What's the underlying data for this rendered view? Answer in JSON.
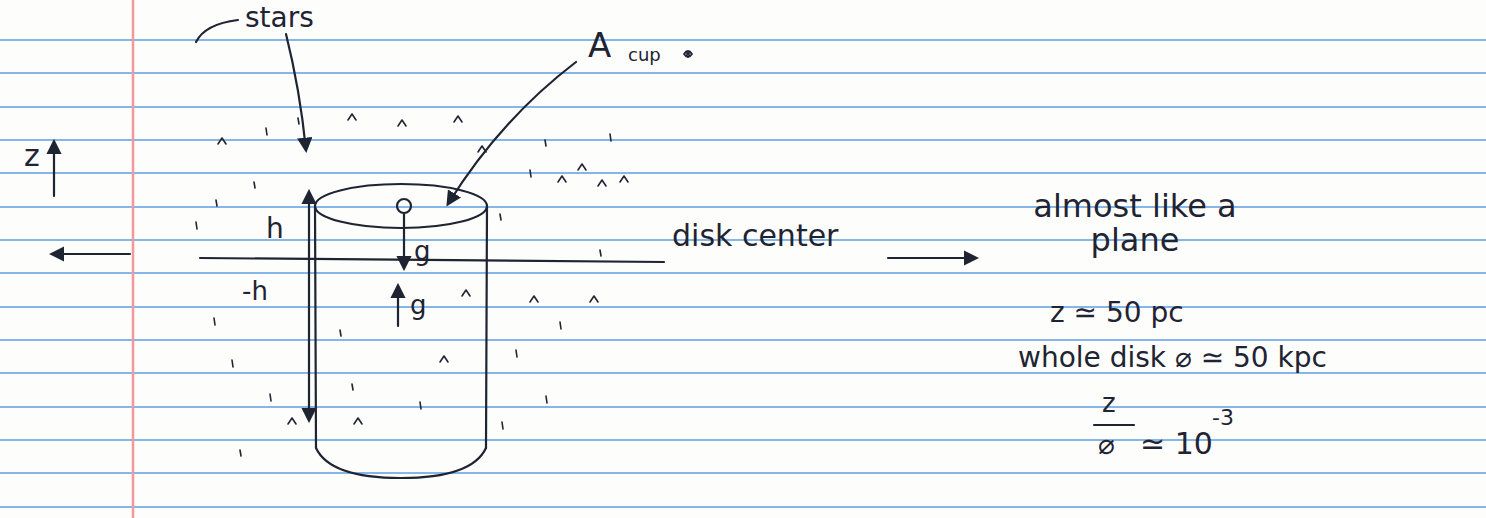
{
  "diagram": {
    "labels": [
      "stars",
      "A",
      "cup",
      "z",
      "h",
      "-h",
      "g",
      "g",
      "disk center",
      "almost like a plane",
      "z ≃ 50 pc",
      "whole disk ⌀ ≃ 50 kpc",
      "z",
      "⌀",
      "≃ 10",
      "-3"
    ]
  }
}
